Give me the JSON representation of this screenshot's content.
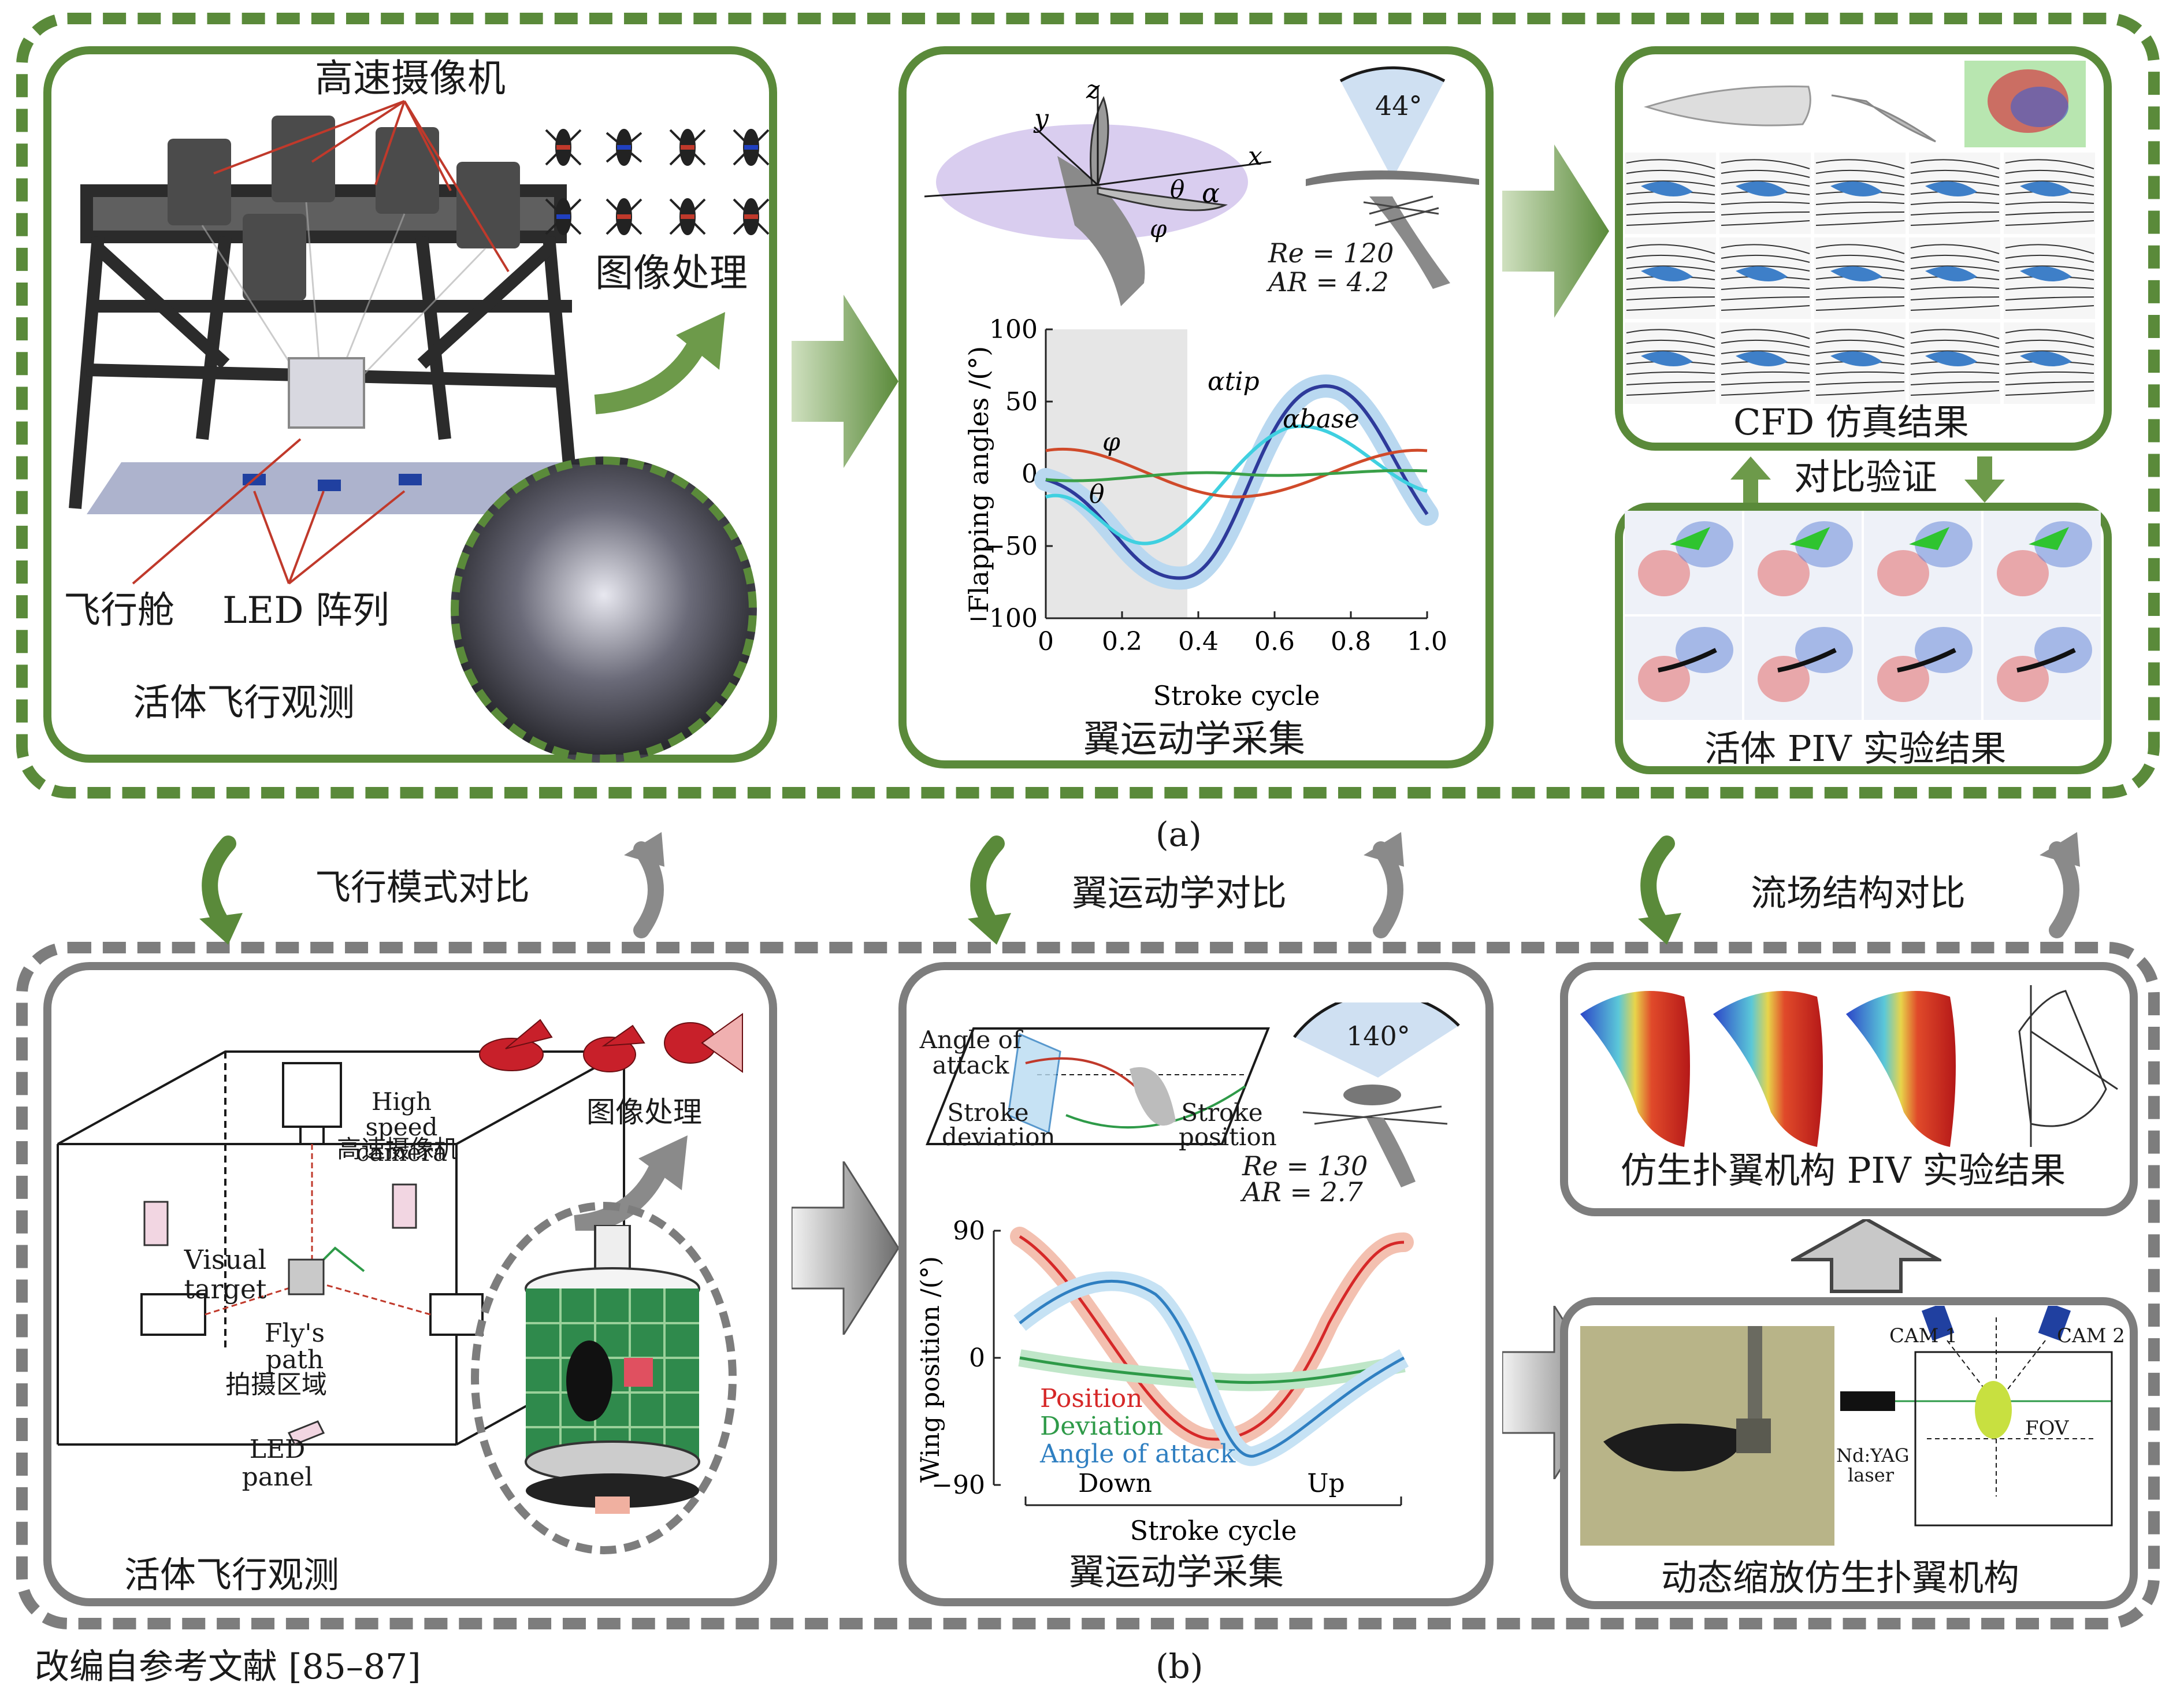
{
  "top": {
    "label": "(a)",
    "observation": {
      "camera_label": "高速摄像机",
      "image_processing": "图像处理",
      "cabin": "飞行舱",
      "led_array": "LED 阵列",
      "caption": "活体飞行观测"
    },
    "kinematics": {
      "caption": "翼运动学采集",
      "angle_badge": "44°",
      "re": "Re = 120",
      "ar": "AR = 4.2",
      "axes": {
        "x": "x",
        "y": "y",
        "z": "z",
        "alpha": "α",
        "theta": "θ",
        "phi": "φ"
      },
      "chart": {
        "ylabel": "Flapping angles /(°)",
        "xlabel": "Stroke cycle",
        "xticks": [
          "0",
          "0.2",
          "0.4",
          "0.6",
          "0.8",
          "1.0"
        ],
        "yticks": [
          "100",
          "50",
          "0",
          "−50",
          "−100"
        ],
        "labels": {
          "alpha_tip": "αtip",
          "alpha_base": "αbase",
          "phi": "φ",
          "theta": "θ"
        }
      }
    },
    "cfd": {
      "caption": "CFD 仿真结果"
    },
    "compare": "对比验证",
    "piv": {
      "caption": "活体 PIV 实验结果"
    }
  },
  "middle": {
    "compare_flight": "飞行模式对比",
    "compare_kinematics": "翼运动学对比",
    "compare_flow": "流场结构对比"
  },
  "bottom": {
    "label": "(b)",
    "observation": {
      "camera_en": "High speed camera",
      "camera_cn": "高速摄像机",
      "target": "Visual target",
      "path": "Fly's path",
      "region": "拍摄区域",
      "led": "LED panel",
      "image_processing": "图像处理",
      "caption": "活体飞行观测"
    },
    "kinematics": {
      "caption": "翼运动学采集",
      "angle_badge": "140°",
      "angle_of_attack": "Angle of attack",
      "stroke_deviation": "Stroke deviation",
      "stroke_position": "Stroke position",
      "re": "Re = 130",
      "ar": "AR = 2.7",
      "chart": {
        "ylabel": "Wing position /(°)",
        "xlabel": "Stroke cycle",
        "yticks": [
          "90",
          "0",
          "−90"
        ],
        "phase_down": "Down",
        "phase_up": "Up",
        "legend": [
          "Position",
          "Deviation",
          "Angle of attack"
        ]
      }
    },
    "piv": {
      "caption": "仿生扑翼机构 PIV 实验结果"
    },
    "mechanism": {
      "caption": "动态缩放仿生扑翼机构",
      "cam1": "CAM 1",
      "cam2": "CAM 2",
      "laser": "Nd:YAG laser",
      "fov": "FOV"
    }
  },
  "source": "改编自参考文献 [85–87]",
  "colors": {
    "green": "#5a8a3a",
    "gray": "#7d7d7d",
    "position": "#d62828",
    "deviation": "#2e9a48",
    "attack": "#2f7fc1"
  }
}
